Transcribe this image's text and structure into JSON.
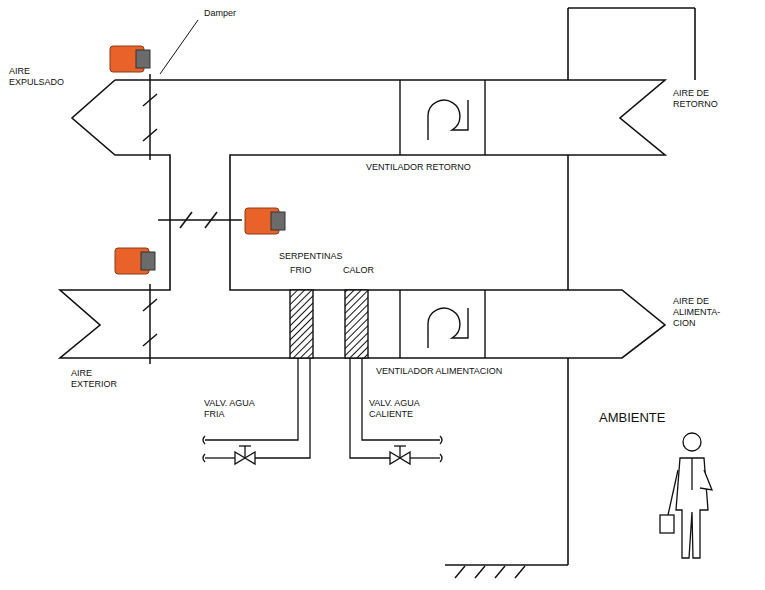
{
  "diagram": {
    "nodes": [
      {
        "text": [
          "AMBIENTE"
        ]
      }
    ],
    "labels": [
      "Damper",
      "AIRE EXPULSADO",
      "AIRE DE RETORNO",
      "VENTILADOR RETORNO",
      "SERPENTINAS",
      "FRIO",
      "CALOR",
      "AIRE DE ALIMENTA- CION",
      "VENTILADOR ALIMENTACION",
      "AIRE EXTERIOR",
      "VALV. AGUA FRIA",
      "VALV. AGUA CALIENTE"
    ]
  }
}
